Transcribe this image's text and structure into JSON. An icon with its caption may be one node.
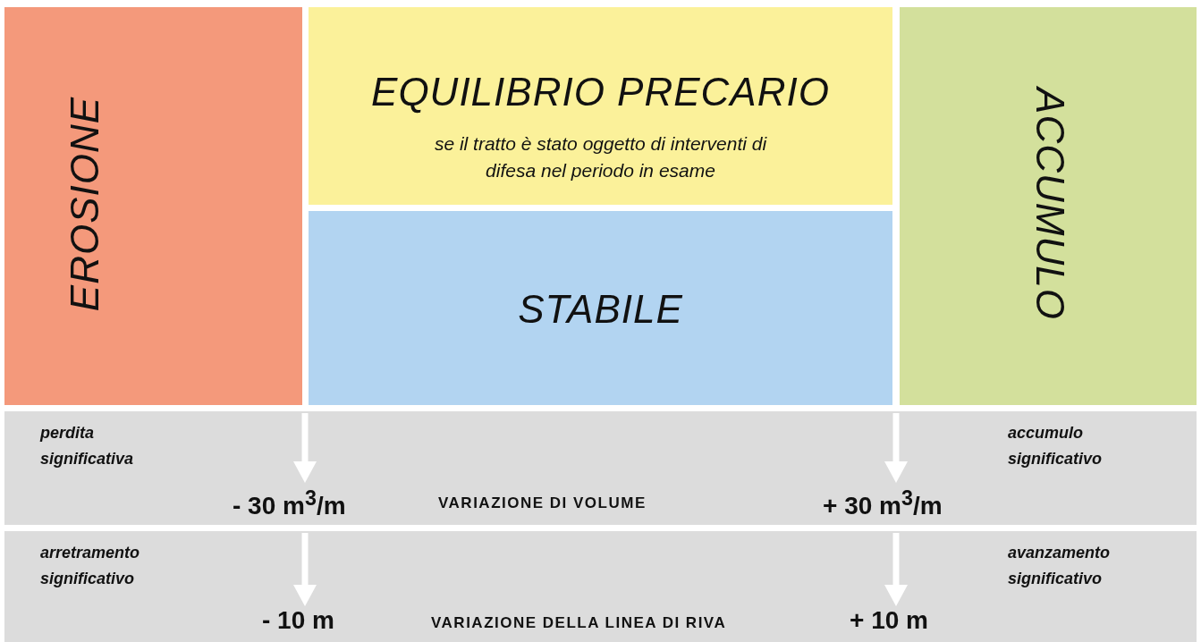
{
  "diagram": {
    "nodes": [
      {
        "text": [
          "EROSIONE"
        ]
      },
      {
        "text": [
          "EQUILIBRIO PRECARIO",
          "se il tratto è stato oggetto di interventi di difesa nel periodo in esame"
        ]
      },
      {
        "text": [
          "STABILE"
        ]
      },
      {
        "text": [
          "ACCUMULO"
        ]
      },
      {
        "text": [
          "perdita significativa",
          "accumulo significativo",
          "- 30 m$^{3}$/m",
          "VARIAZIONE DI VOLUME",
          "+ 30 m$^{3}$/m"
        ]
      },
      {
        "text": [
          "arretramento significativo",
          "avanzamento significativo",
          "- 10 m",
          "VARIAZIONE DELLA LINEA DI RIVA",
          "+ 10 m"
        ]
      }
    ]
  }
}
